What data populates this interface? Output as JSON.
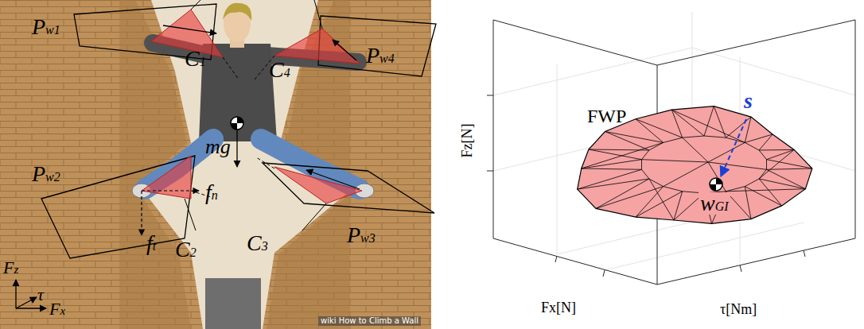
{
  "diagram": {
    "labels": [
      "Pw1",
      "C1",
      "Pw4",
      "C4",
      "mg",
      "Pw2",
      "fn",
      "ft",
      "C2",
      "Pw3",
      "C3",
      "Fz",
      "τ",
      "Fx",
      "wiki How to Climb a Wall",
      "FWP",
      "s",
      "wGI",
      "Fz[N]",
      "Fx[N]",
      "τ[Nm]"
    ]
  }
}
